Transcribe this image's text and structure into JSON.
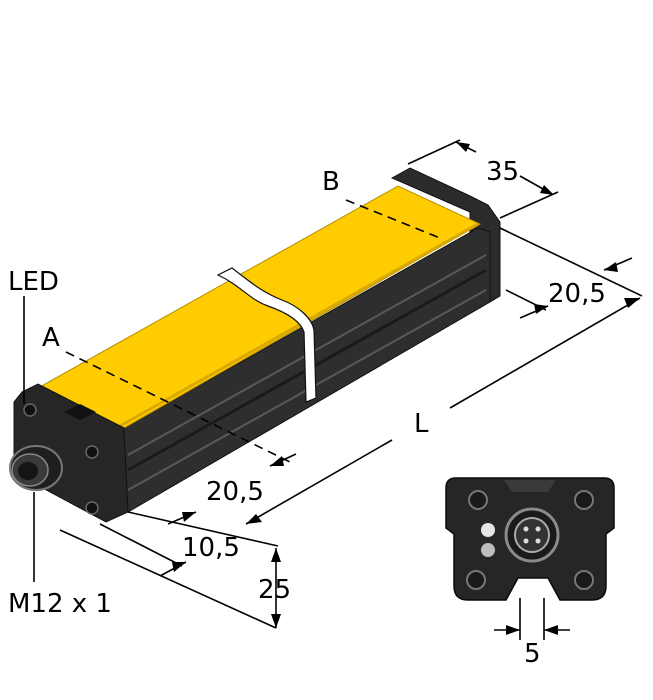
{
  "labels": {
    "led": "LED",
    "connector": "M12 x 1",
    "point_a": "A",
    "point_b": "B",
    "length": "L"
  },
  "dimensions": {
    "width": "35",
    "offset_b": "20,5",
    "offset_a": "20,5",
    "front_offset": "10,5",
    "height": "25",
    "slot_width": "5"
  },
  "colors": {
    "housing_yellow": "#fecc00",
    "housing_yellow_dark": "#d9a900",
    "housing_black": "#232323",
    "housing_dark": "#3a3a3a",
    "housing_mid": "#555555"
  }
}
